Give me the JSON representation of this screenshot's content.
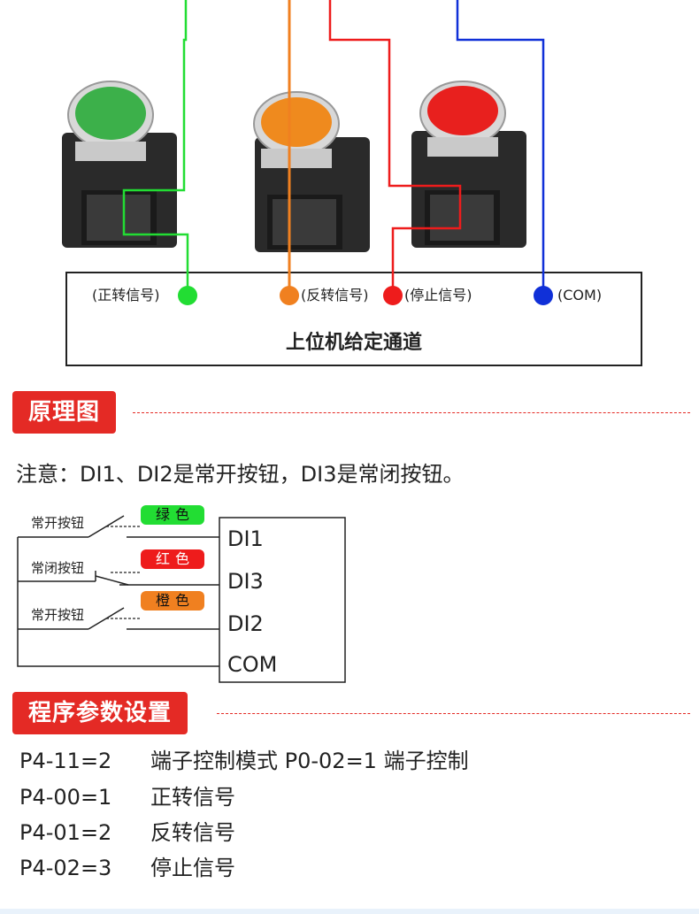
{
  "top_panel": {
    "signals": [
      {
        "label": "(正转信号)",
        "color": "#22dd33"
      },
      {
        "label": "(反转信号)",
        "color": "#f08020"
      },
      {
        "label": "(停止信号)",
        "color": "#ee1c1c"
      },
      {
        "label": "(COM)",
        "color": "#1030d8"
      }
    ],
    "box_title": "上位机给定通道",
    "buttons": [
      {
        "color": "green",
        "cap": "#3cb04a"
      },
      {
        "color": "orange",
        "cap": "#ef8a1e"
      },
      {
        "color": "red",
        "cap": "#e8201e"
      }
    ]
  },
  "section_principle": {
    "title": "原理图"
  },
  "note": "注意：DI1、DI2是常开按钮，DI3是常闭按钮。",
  "schematic": {
    "switches": [
      {
        "label": "常开按钮",
        "color_label": "绿色",
        "color": "#22dd33",
        "text_color": "#111111"
      },
      {
        "label": "常闭按钮",
        "color_label": "红色",
        "color": "#ee1c1c",
        "text_color": "#ffffff"
      },
      {
        "label": "常开按钮",
        "color_label": "橙色",
        "color": "#f08020",
        "text_color": "#111111"
      }
    ],
    "terminals": [
      "DI1",
      "DI3",
      "DI2",
      "COM"
    ]
  },
  "section_params": {
    "title": "程序参数设置"
  },
  "params": [
    {
      "code": "P4-11=2",
      "desc": "端子控制模式  P0-02=1 端子控制"
    },
    {
      "code": "P4-00=1",
      "desc": "正转信号"
    },
    {
      "code": "P4-01=2",
      "desc": "反转信号"
    },
    {
      "code": "P4-02=3",
      "desc": "停止信号"
    }
  ],
  "colors": {
    "accent_red": "#e42a25",
    "wire_green": "#22dd33",
    "wire_orange": "#f08020",
    "wire_red": "#ee1c1c",
    "wire_blue": "#1030d8"
  }
}
